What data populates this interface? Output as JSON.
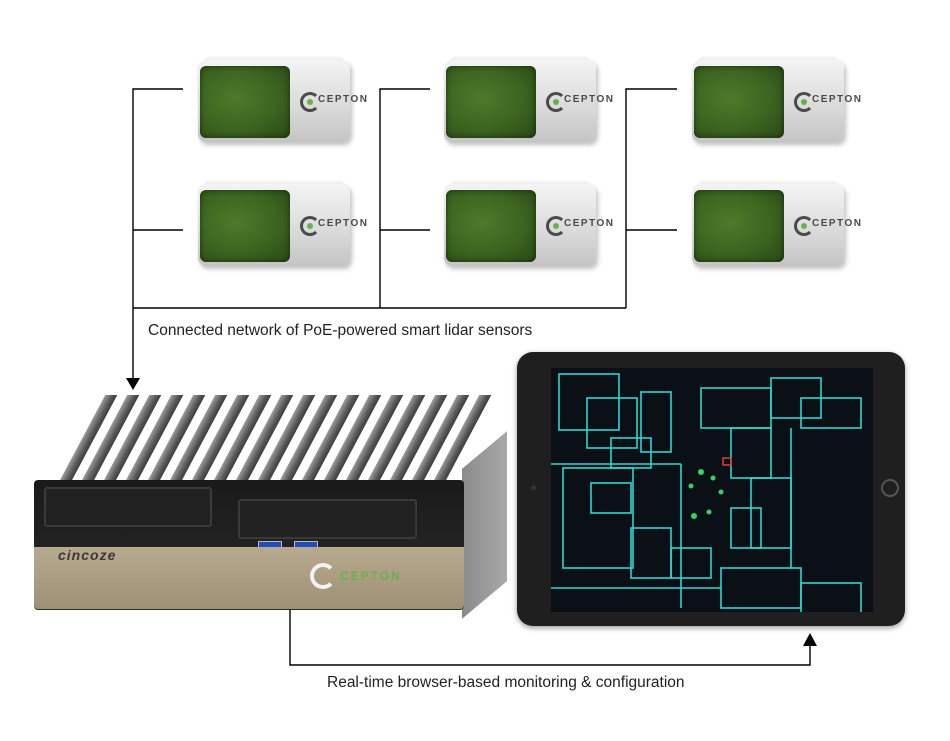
{
  "captions": {
    "network": "Connected network of PoE-powered smart lidar sensors",
    "monitoring": "Real-time browser-based monitoring & configuration"
  },
  "sensor_brand": "CEPTON",
  "computer": {
    "brand": "cincoze",
    "logo_text": "CEPTON"
  },
  "colors": {
    "sensor_window": "#3b6420",
    "brand_green": "#6ab04c",
    "floorplan_lines": "#2fd6d0",
    "connector": "#000000"
  },
  "icons": {
    "sensor": "lidar-sensor-icon",
    "computer": "edge-computer-icon",
    "tablet": "tablet-icon"
  }
}
